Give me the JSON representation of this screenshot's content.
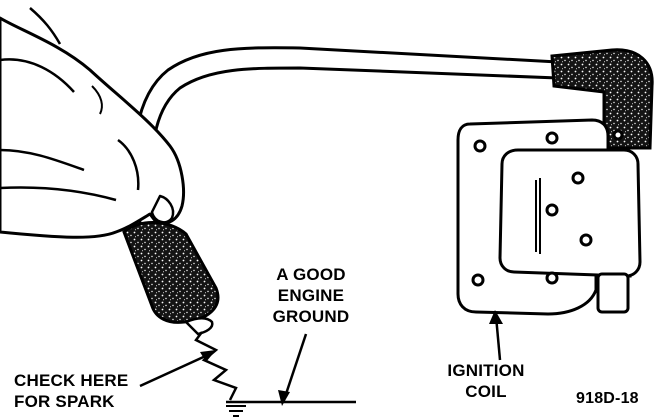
{
  "labels": {
    "ground": [
      "A GOOD",
      "ENGINE",
      "GROUND"
    ],
    "check": [
      "CHECK HERE",
      "FOR SPARK"
    ],
    "coil": [
      "IGNITION",
      "COIL"
    ]
  },
  "figure_id": "918D-18"
}
